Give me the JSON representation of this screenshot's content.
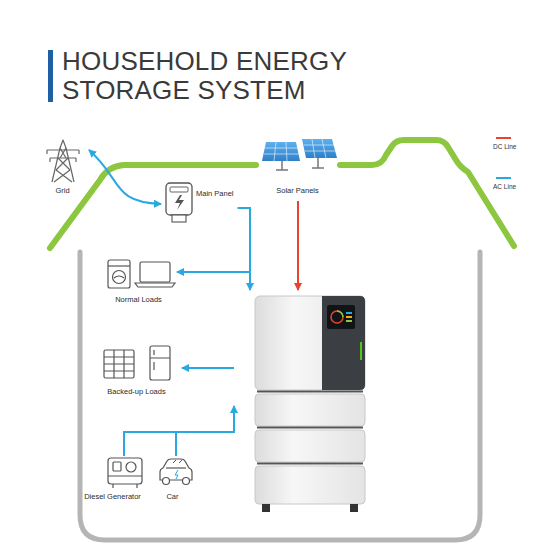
{
  "diagram": {
    "title": "HOUSEHOLD ENERGY STORAGE SYSTEM",
    "nodes": [
      {
        "text": [
          "Grid"
        ]
      },
      {
        "text": [
          "Solar Panels"
        ]
      },
      {
        "text": [
          "Main Panel"
        ]
      },
      {
        "text": [
          "Normal Loads"
        ]
      },
      {
        "text": [
          "Backed-up Loads"
        ]
      },
      {
        "text": [
          "Diesel Generator"
        ]
      },
      {
        "text": [
          "Car"
        ]
      }
    ],
    "edges": [
      {
        "from": 0,
        "to": 2,
        "arrow": "both"
      },
      {
        "from": 2,
        "to": 3,
        "arrow": "to"
      }
    ],
    "legend": [
      {
        "text": "DC Line"
      },
      {
        "text": "AC Line"
      }
    ]
  }
}
